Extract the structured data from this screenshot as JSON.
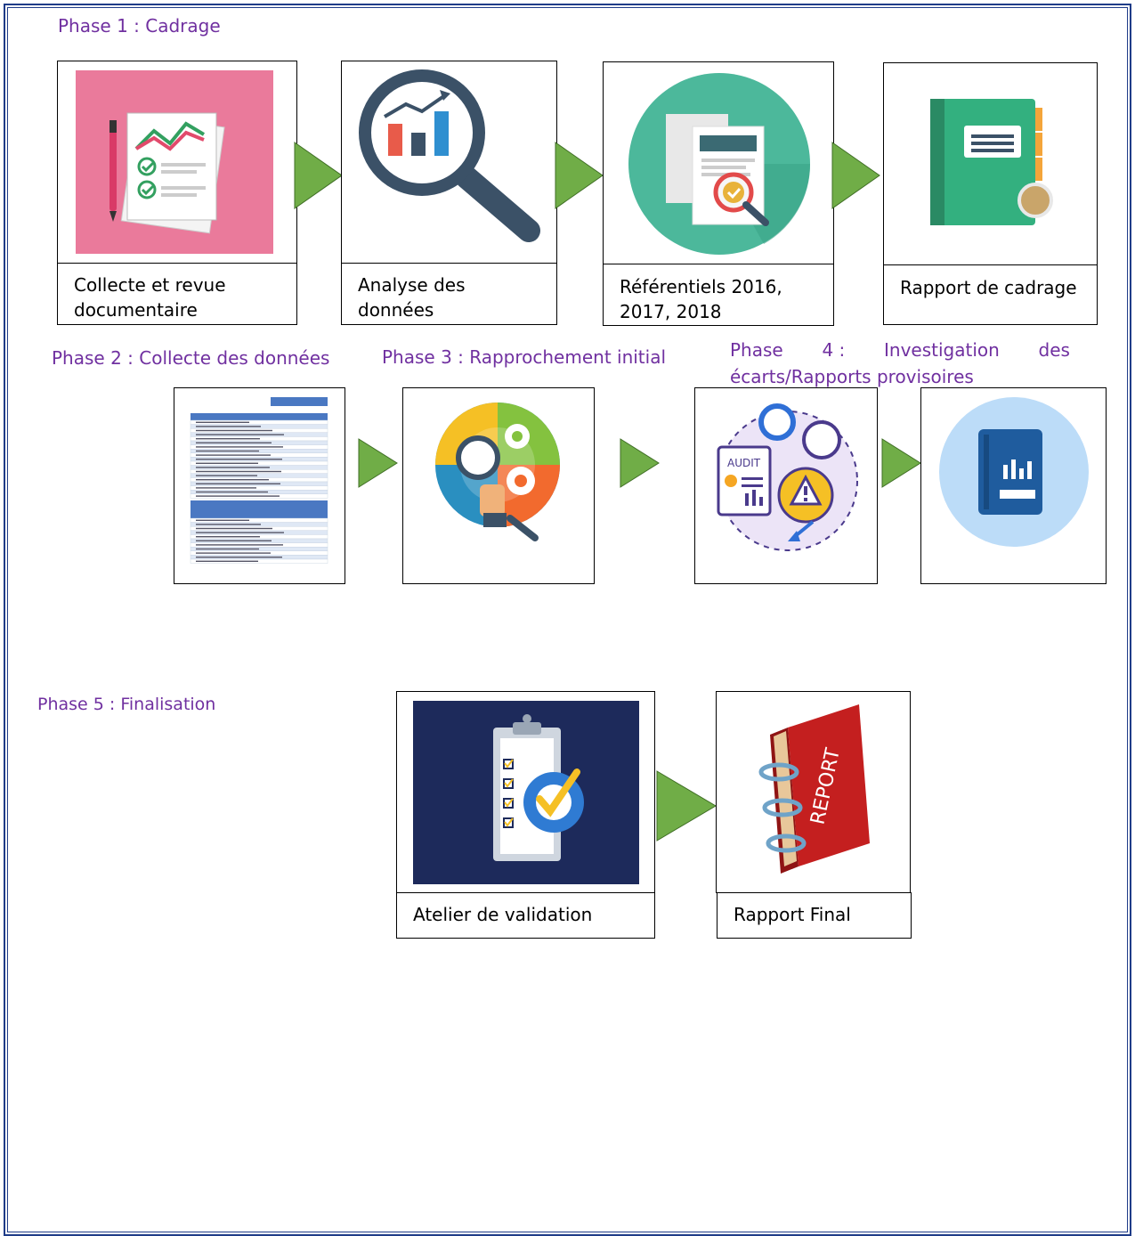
{
  "phases": {
    "p1": "Phase 1 : Cadrage",
    "p2": "Phase 2 : Collecte des données",
    "p3": "Phase 3 : Rapprochement initial",
    "p4_line1_a": "Phase",
    "p4_line1_b": "4 :",
    "p4_line1_c": "Investigation",
    "p4_line1_d": "des",
    "p4_line2": "écarts/Rapports provisoires",
    "p5": "Phase 5 : Finalisation"
  },
  "steps": {
    "collecte_revue": "Collecte et revue documentaire",
    "analyse": "Analyse des données",
    "referentiels": "Référentiels 2016, 2017, 2018",
    "rapport_cadrage": "Rapport de cadrage",
    "atelier": "Atelier de validation",
    "rapport_final": "Rapport Final"
  },
  "icon_text": {
    "audit": "AUDIT",
    "report": "REPORT"
  },
  "colors": {
    "phase_text": "#7030a0",
    "arrow": "#70ad47",
    "frame": "#1f3c88"
  }
}
